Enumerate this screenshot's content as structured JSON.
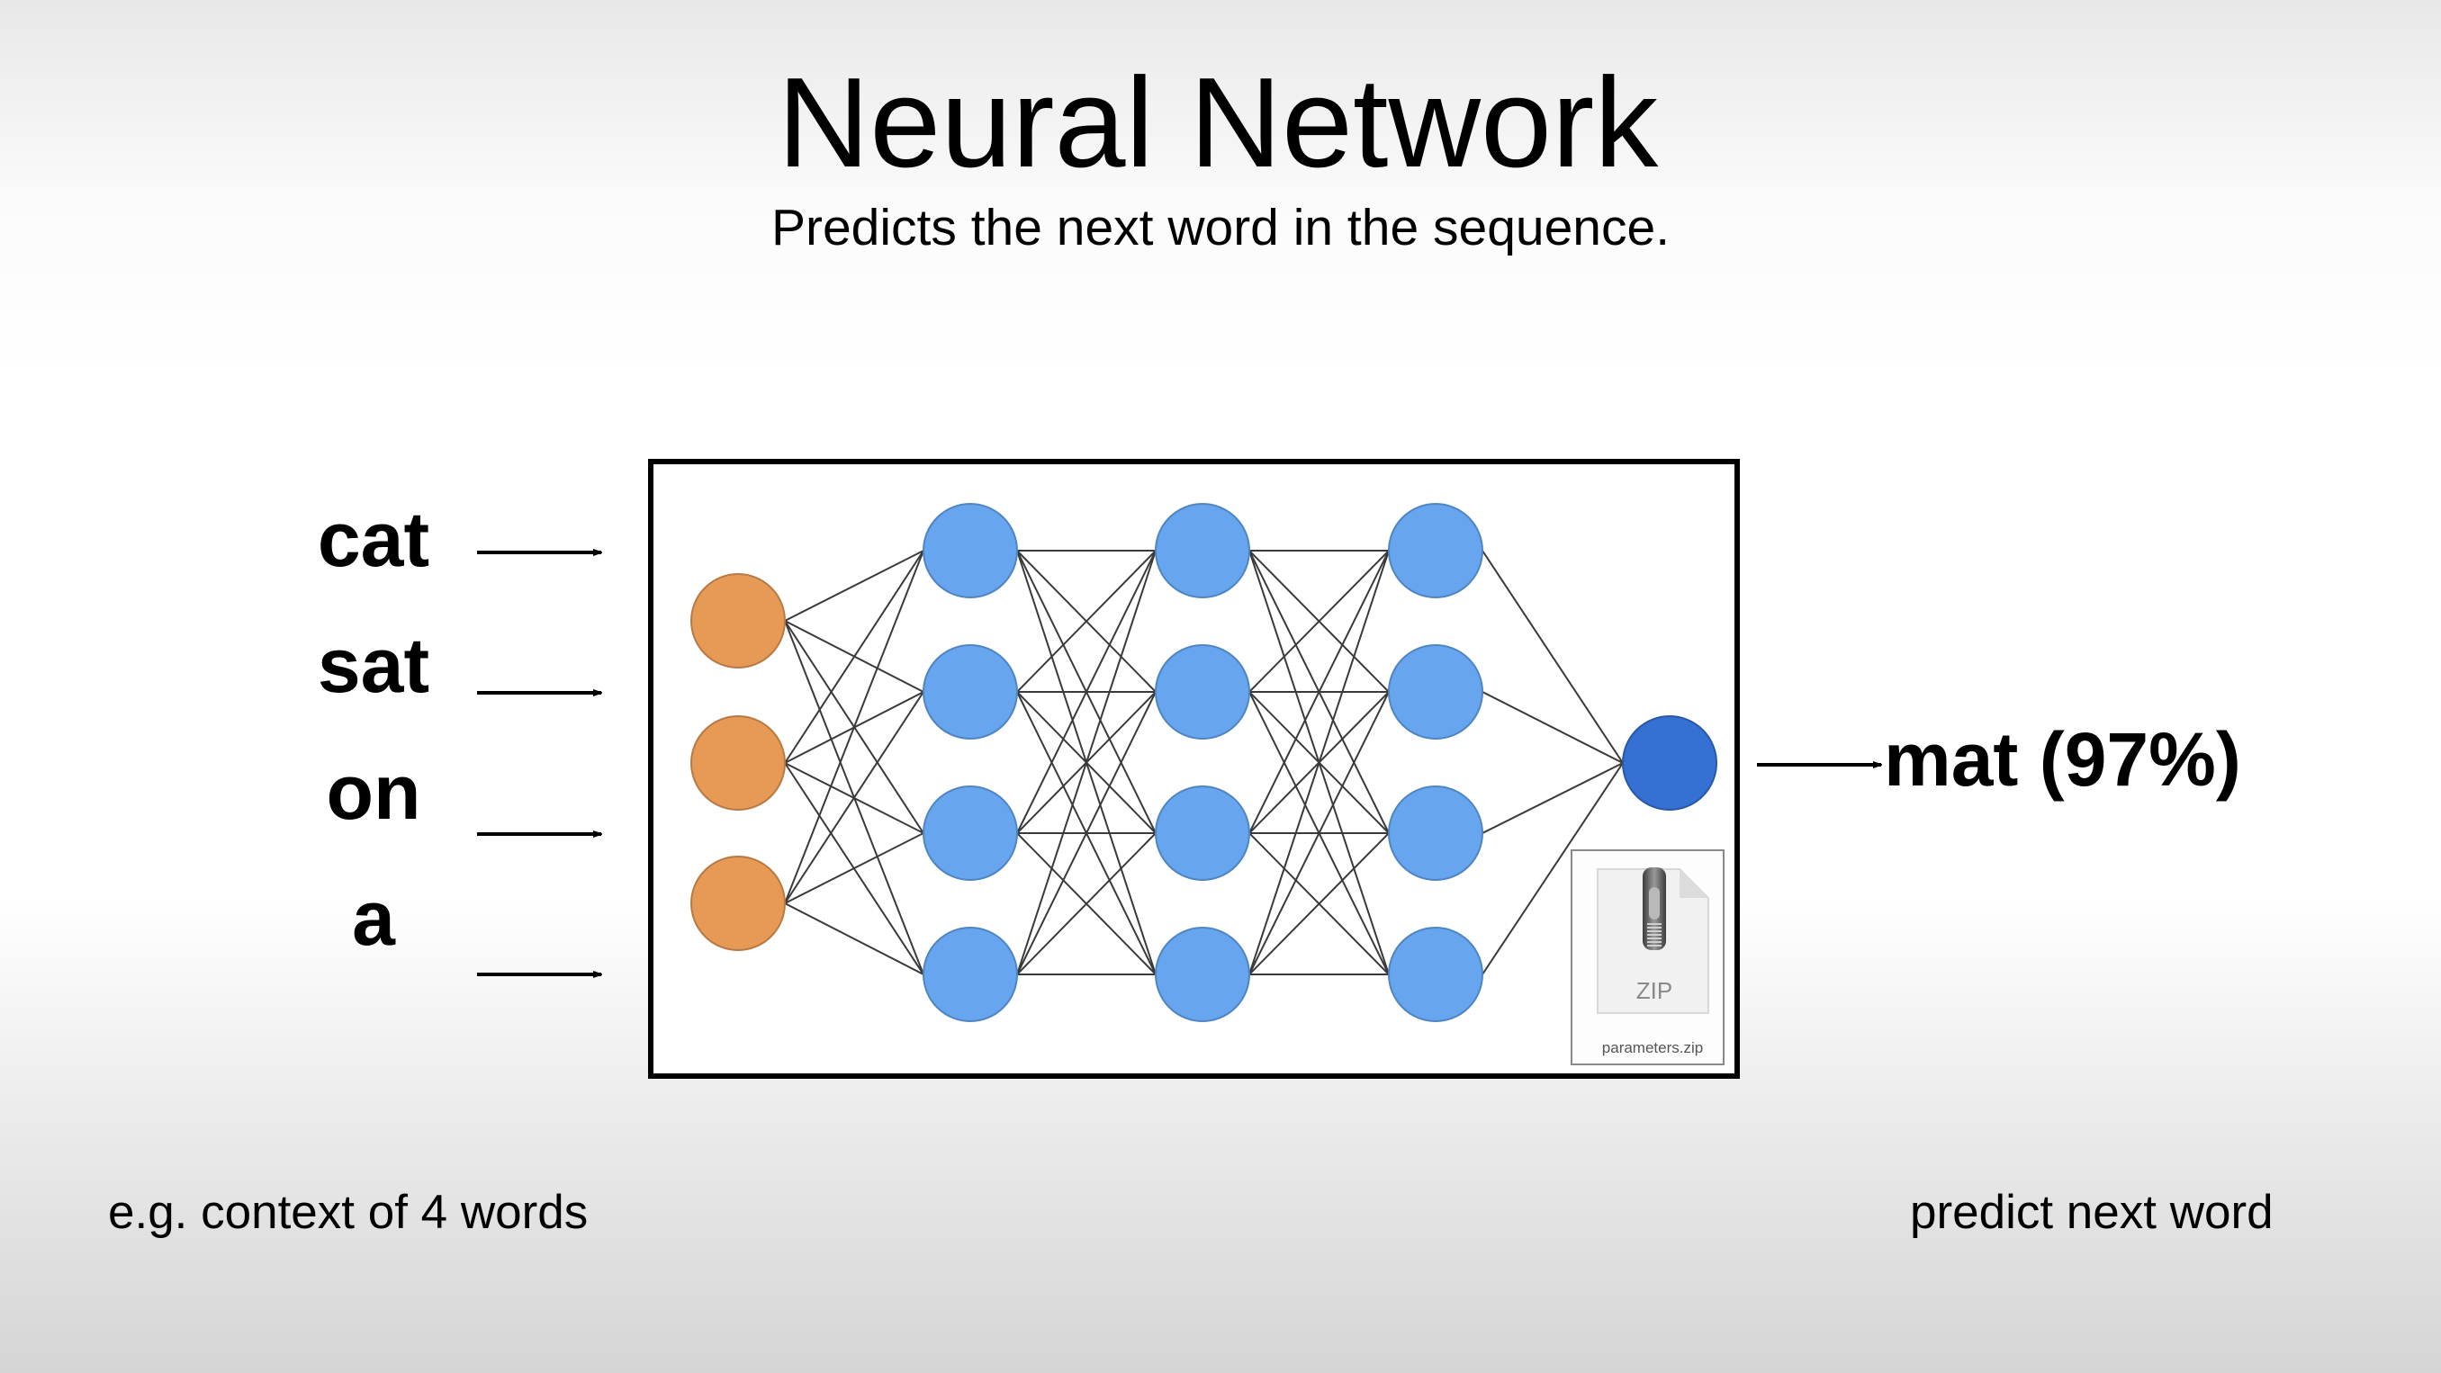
{
  "slide": {
    "title": "Neural Network",
    "subtitle": "Predicts the next word in the sequence."
  },
  "inputs": {
    "words": [
      "cat",
      "sat",
      "on",
      "a"
    ],
    "arrow_icon": "right-arrow-icon"
  },
  "network": {
    "layers": [
      {
        "name": "input",
        "nodes": 3,
        "color": "#E69A55",
        "stroke": "#B87A44"
      },
      {
        "name": "hidden-1",
        "nodes": 4,
        "color": "#67A6EE",
        "stroke": "#4E85C2"
      },
      {
        "name": "hidden-2",
        "nodes": 4,
        "color": "#67A6EE",
        "stroke": "#4E85C2"
      },
      {
        "name": "hidden-3",
        "nodes": 4,
        "color": "#67A6EE",
        "stroke": "#4E85C2"
      },
      {
        "name": "output",
        "nodes": 1,
        "color": "#3471D3",
        "stroke": "#2858A8"
      }
    ],
    "connections": "fully-connected",
    "edge_color": "#3a3a3a",
    "frame_color": "#000000"
  },
  "parameters_file": {
    "icon": "zip-file-icon",
    "type_label": "ZIP",
    "filename": "parameters.zip"
  },
  "output": {
    "label": "mat (97%)",
    "word": "mat",
    "probability_percent": 97
  },
  "captions": {
    "left": "e.g. context of 4 words",
    "right": "predict next word"
  }
}
